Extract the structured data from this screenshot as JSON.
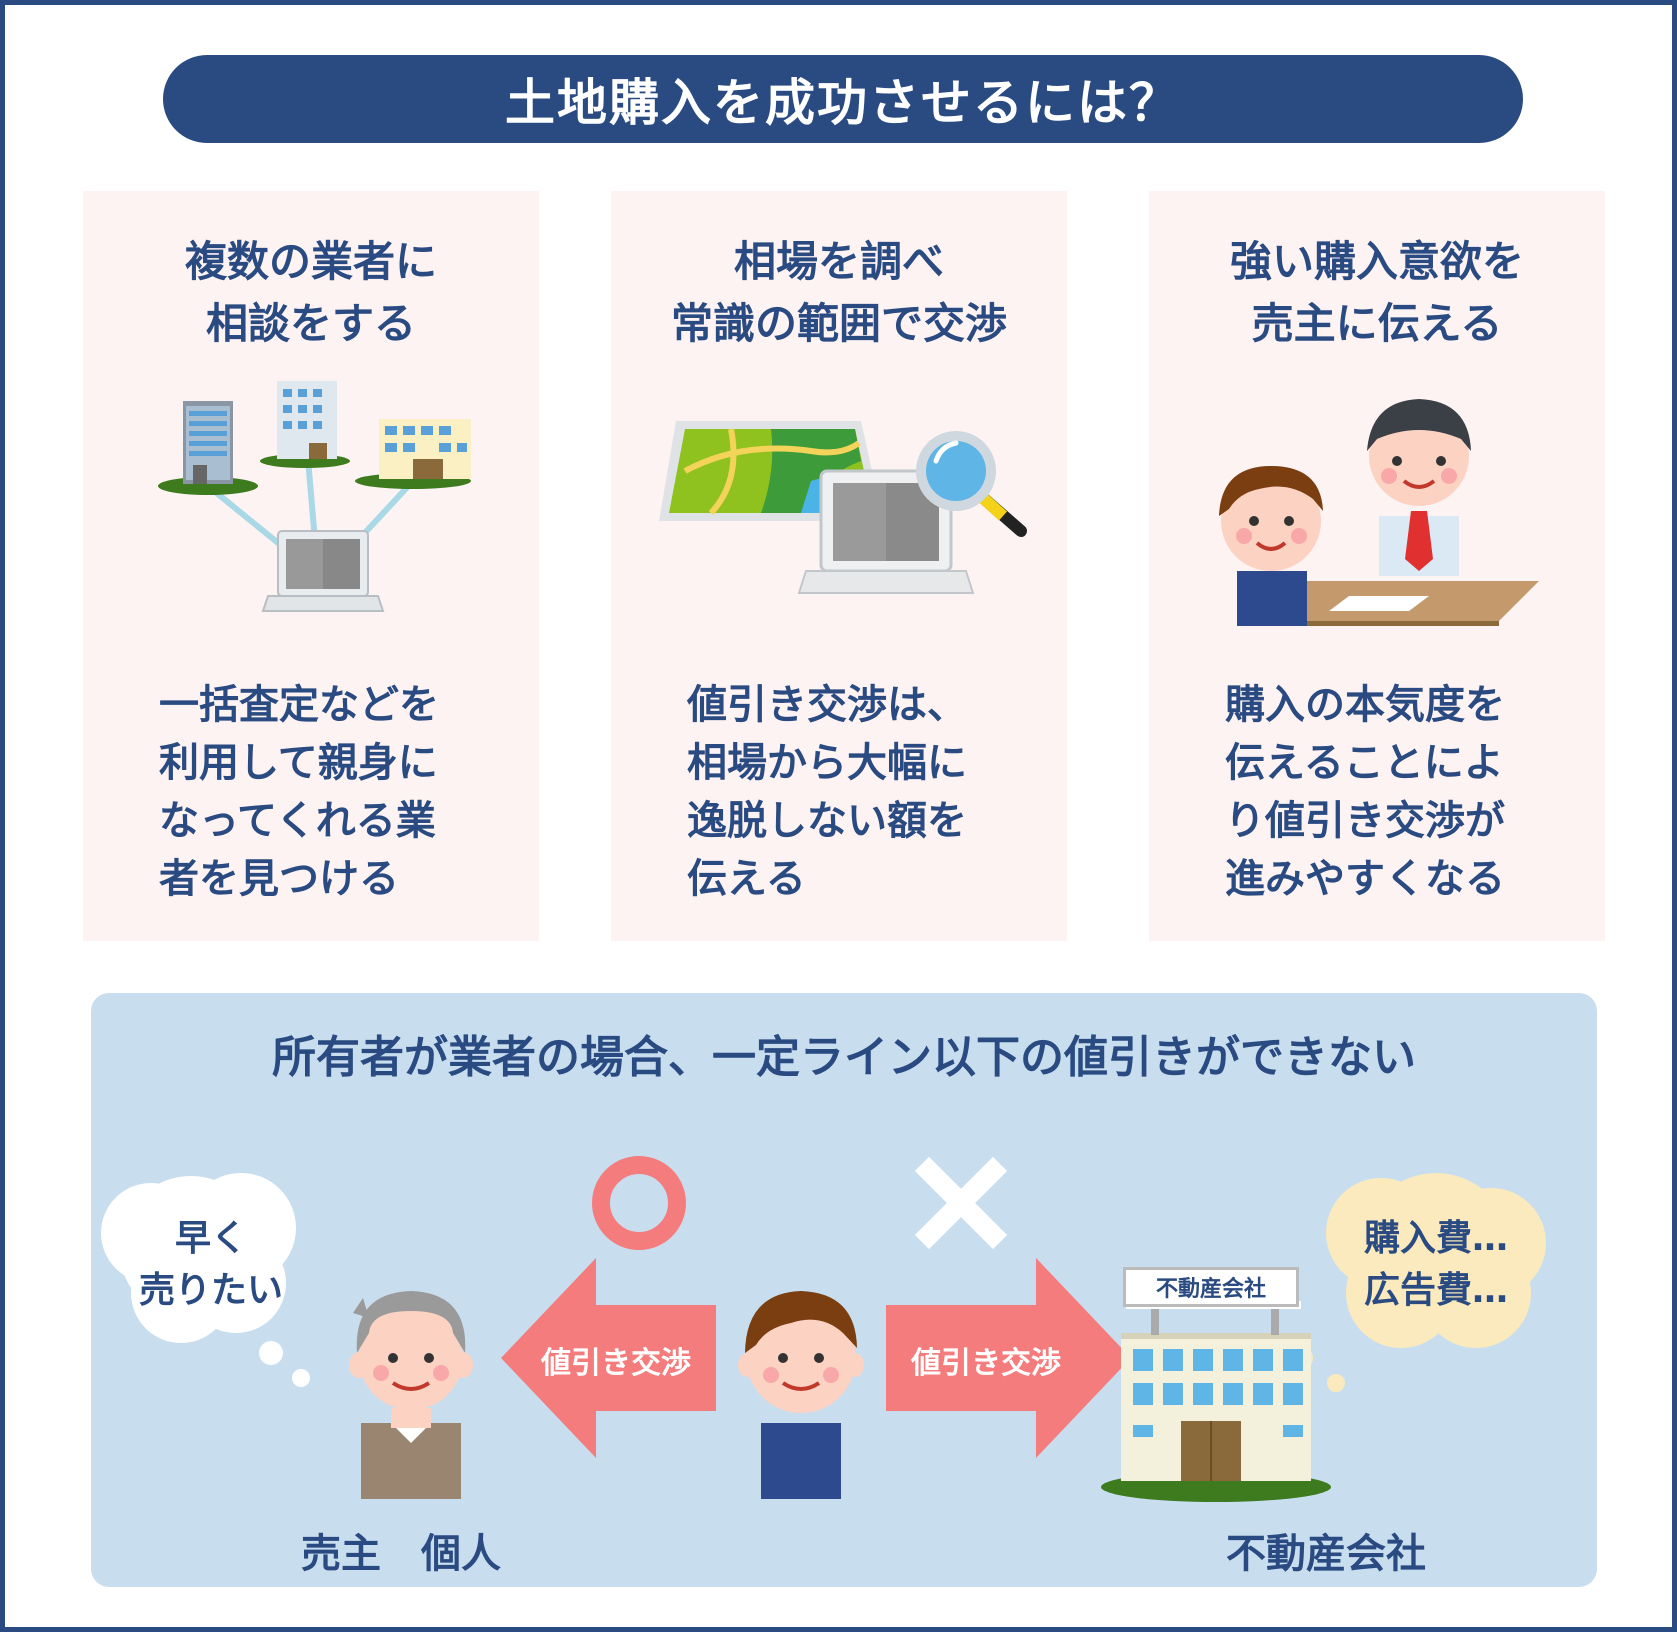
{
  "title": "土地購入を成功させるには？",
  "cards": [
    {
      "heading": "複数の業者に\n相談をする",
      "body": "一括査定などを\n利用して親身に\nなってくれる業\n者を見つける"
    },
    {
      "heading": "相場を調べ\n常識の範囲で交渉",
      "body": "値引き交渉は、\n相場から大幅に\n逸脱しない額を\n伝える"
    },
    {
      "heading": "強い購入意欲を\n売主に伝える",
      "body": "購入の本気度を\n伝えることによ\nり値引き交渉が\n進みやすくなる"
    }
  ],
  "bottom": {
    "heading": "所有者が業者の場合、一定ライン以下の値引きができない",
    "seller_bubble": "早く\n売りたい",
    "company_bubble": "購入費…\n広告費…",
    "arrow_left_label": "値引き交渉",
    "arrow_right_label": "値引き交渉",
    "ok_mark": "○",
    "ng_mark": "×",
    "company_sign": "不動産会社",
    "seller_label": "売主　個人",
    "company_label": "不動産会社"
  },
  "colors": {
    "navy": "#2a4a82",
    "card_bg": "#fdf3f2",
    "panel_bg": "#c8deee",
    "arrow": "#f47c7c"
  },
  "icons": [
    "buildings-network-icon",
    "map-laptop-search-icon",
    "customer-agent-meeting-icon",
    "elderly-seller-icon",
    "buyer-boy-icon",
    "real-estate-company-building-icon"
  ]
}
